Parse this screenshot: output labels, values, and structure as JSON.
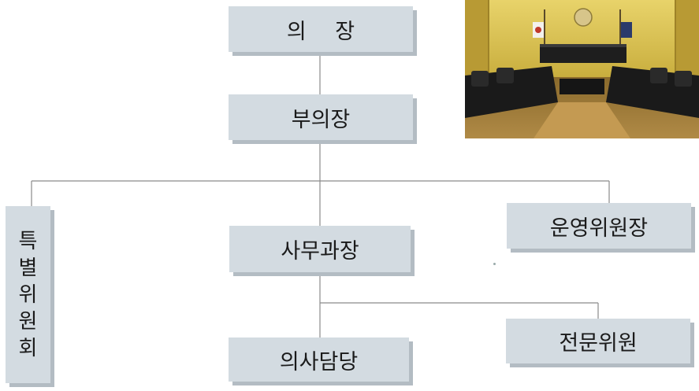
{
  "org_chart": {
    "chair": "의  장",
    "vice_chair": "부의장",
    "special_committee": [
      "특",
      "별",
      "위",
      "원",
      "회"
    ],
    "operations_committee_chair": "운영위원장",
    "secretariat_head": "사무과장",
    "expert_member": "전문위원",
    "proceedings_officer": "의사담당"
  },
  "photo": {
    "subject": "council-chamber"
  },
  "colors": {
    "box_fill": "#d3dbe1",
    "box_shadow": "#b3bcc3",
    "connector": "#8a8a8a"
  }
}
